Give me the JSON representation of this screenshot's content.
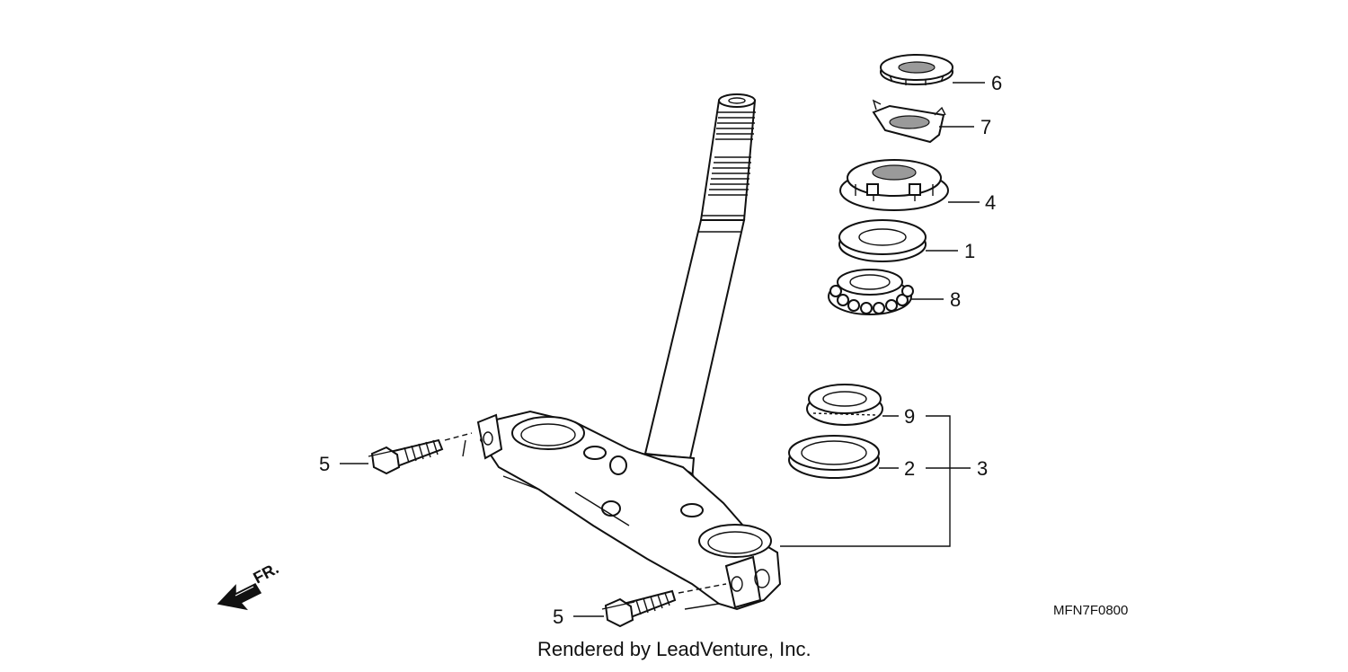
{
  "diagram": {
    "code": "MFN7F0800",
    "credit": "Rendered by LeadVenture, Inc.",
    "direction_label": "FR.",
    "callouts": {
      "c6": "6",
      "c7": "7",
      "c4": "4",
      "c1": "1",
      "c8": "8",
      "c9": "9",
      "c2": "2",
      "c3": "3",
      "c5a": "5",
      "c5b": "5"
    }
  }
}
